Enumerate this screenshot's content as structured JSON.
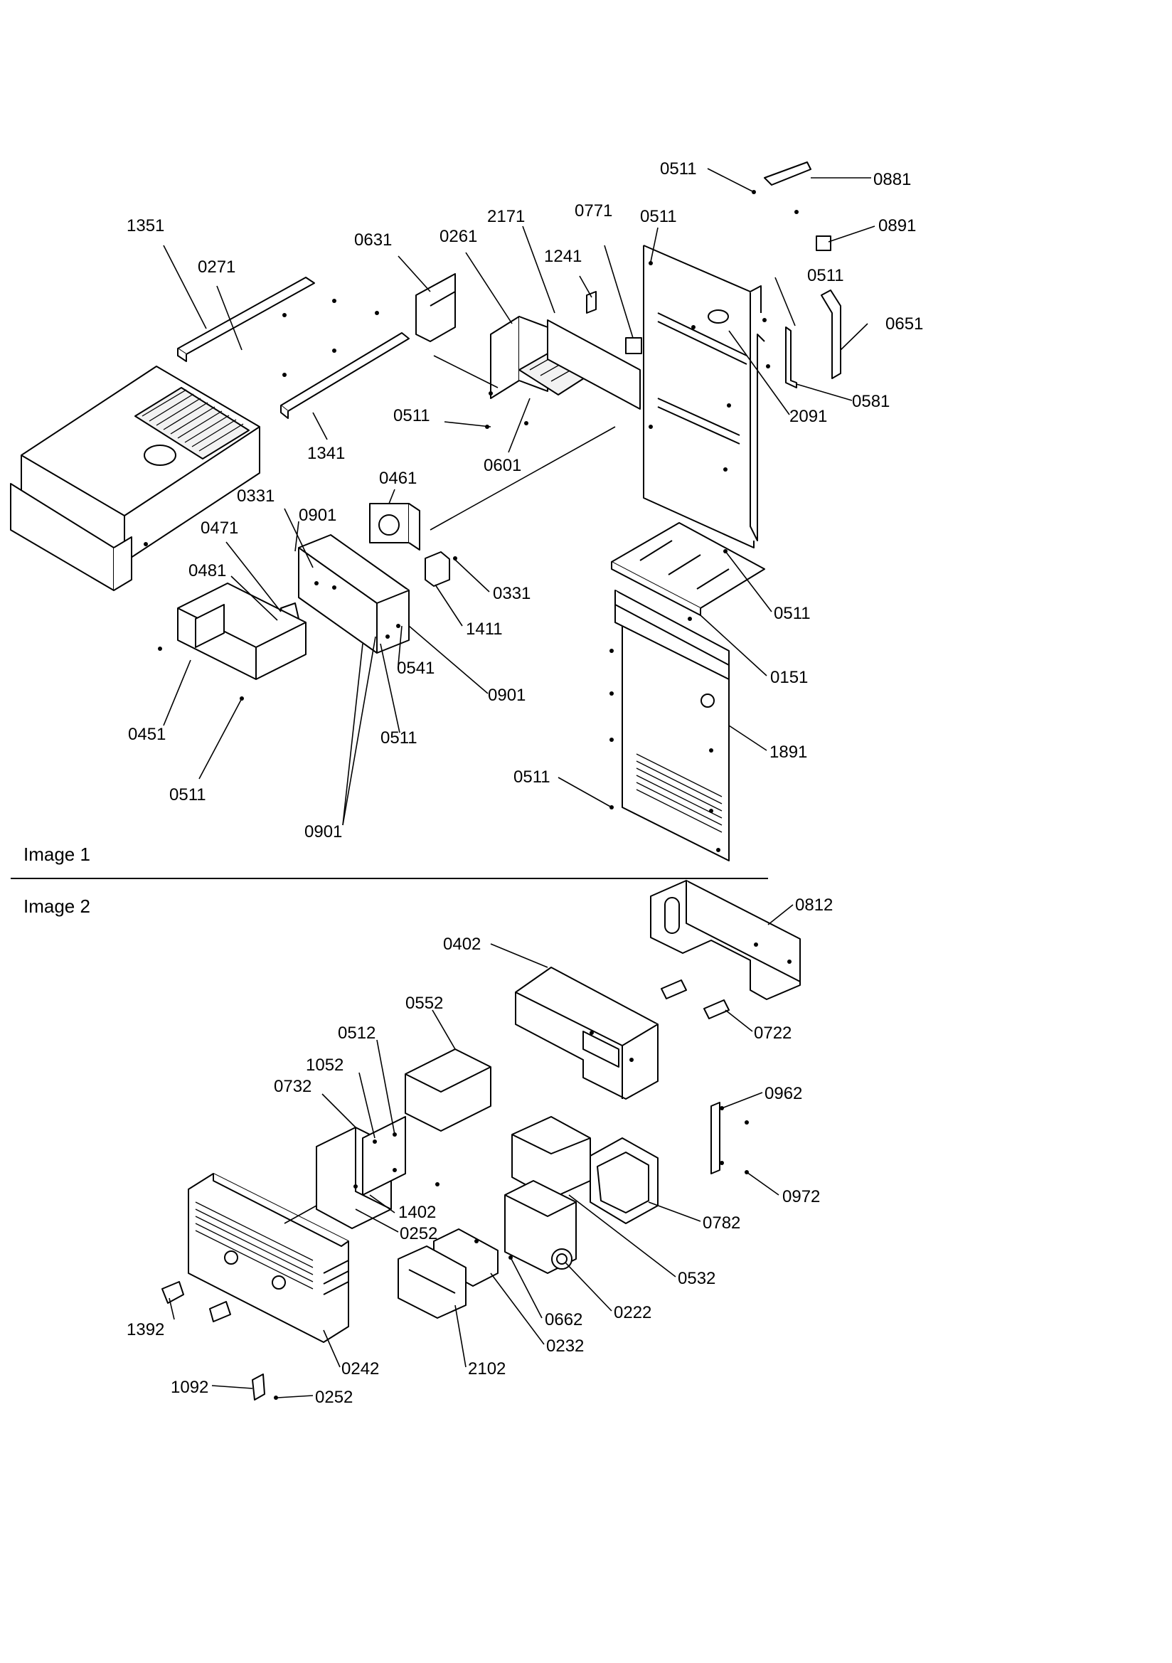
{
  "panels": [
    {
      "title": "Image 1",
      "callouts": [
        {
          "id": "c-0511-top",
          "label": "0511"
        },
        {
          "id": "c-0881",
          "label": "0881"
        },
        {
          "id": "c-1351",
          "label": "1351"
        },
        {
          "id": "c-2171",
          "label": "2171"
        },
        {
          "id": "c-0771",
          "label": "0771"
        },
        {
          "id": "c-0511-b",
          "label": "0511"
        },
        {
          "id": "c-0891",
          "label": "0891"
        },
        {
          "id": "c-0631",
          "label": "0631"
        },
        {
          "id": "c-0261",
          "label": "0261"
        },
        {
          "id": "c-1241",
          "label": "1241"
        },
        {
          "id": "c-0271",
          "label": "0271"
        },
        {
          "id": "c-0511-c",
          "label": "0511"
        },
        {
          "id": "c-0651",
          "label": "0651"
        },
        {
          "id": "c-0581",
          "label": "0581"
        },
        {
          "id": "c-0511-d",
          "label": "0511"
        },
        {
          "id": "c-2091",
          "label": "2091"
        },
        {
          "id": "c-1341",
          "label": "1341"
        },
        {
          "id": "c-0601",
          "label": "0601"
        },
        {
          "id": "c-0461",
          "label": "0461"
        },
        {
          "id": "c-0331-a",
          "label": "0331"
        },
        {
          "id": "c-0901-a",
          "label": "0901"
        },
        {
          "id": "c-0471",
          "label": "0471"
        },
        {
          "id": "c-0481",
          "label": "0481"
        },
        {
          "id": "c-0331-b",
          "label": "0331"
        },
        {
          "id": "c-0511-e",
          "label": "0511"
        },
        {
          "id": "c-1411",
          "label": "1411"
        },
        {
          "id": "c-0541",
          "label": "0541"
        },
        {
          "id": "c-0151",
          "label": "0151"
        },
        {
          "id": "c-0901-b",
          "label": "0901"
        },
        {
          "id": "c-0451",
          "label": "0451"
        },
        {
          "id": "c-0511-f",
          "label": "0511"
        },
        {
          "id": "c-1891",
          "label": "1891"
        },
        {
          "id": "c-0511-g",
          "label": "0511"
        },
        {
          "id": "c-0511-h",
          "label": "0511"
        },
        {
          "id": "c-0901-c",
          "label": "0901"
        }
      ]
    },
    {
      "title": "Image 2",
      "callouts": [
        {
          "id": "c-0812",
          "label": "0812"
        },
        {
          "id": "c-0402",
          "label": "0402"
        },
        {
          "id": "c-0552",
          "label": "0552"
        },
        {
          "id": "c-0722",
          "label": "0722"
        },
        {
          "id": "c-0512",
          "label": "0512"
        },
        {
          "id": "c-1052",
          "label": "1052"
        },
        {
          "id": "c-0962",
          "label": "0962"
        },
        {
          "id": "c-0732",
          "label": "0732"
        },
        {
          "id": "c-0972",
          "label": "0972"
        },
        {
          "id": "c-1402",
          "label": "1402"
        },
        {
          "id": "c-0782",
          "label": "0782"
        },
        {
          "id": "c-0252-a",
          "label": "0252"
        },
        {
          "id": "c-0532",
          "label": "0532"
        },
        {
          "id": "c-0222",
          "label": "0222"
        },
        {
          "id": "c-1392",
          "label": "1392"
        },
        {
          "id": "c-0662",
          "label": "0662"
        },
        {
          "id": "c-0232",
          "label": "0232"
        },
        {
          "id": "c-0242",
          "label": "0242"
        },
        {
          "id": "c-2102",
          "label": "2102"
        },
        {
          "id": "c-1092",
          "label": "1092"
        },
        {
          "id": "c-0252-b",
          "label": "0252"
        }
      ]
    }
  ]
}
